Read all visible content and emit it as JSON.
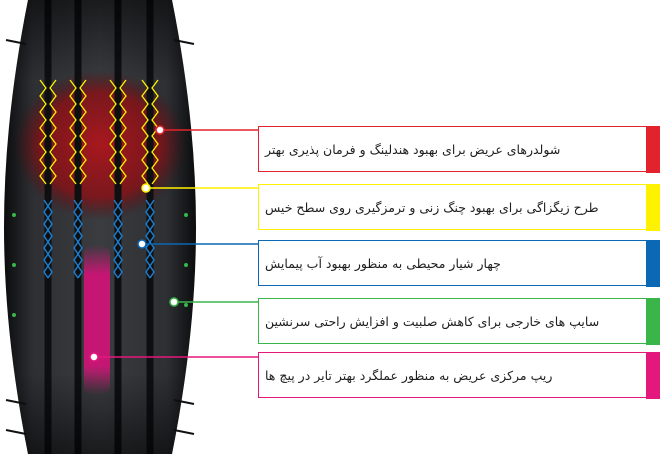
{
  "colors": {
    "red": "#e2222c",
    "yellow": "#fff200",
    "blue": "#0a68b4",
    "green": "#39b54a",
    "magenta": "#e4177d",
    "tire_rubber": "#2a2b2e"
  },
  "features": [
    {
      "id": "shoulder",
      "color": "#e2222c",
      "text": "شولدرهای عریض برای بهبود هندلینگ و فرمان پذیری بهتر"
    },
    {
      "id": "zigzag",
      "color": "#fff200",
      "text": "طرح زیگزاگی برای بهبود چنگ زنی و ترمزگیری روی سطح خیس"
    },
    {
      "id": "grooves",
      "color": "#0a68b4",
      "text": "چهار شیار محیطی به منظور بهبود آب پیمایش"
    },
    {
      "id": "sipes",
      "color": "#39b54a",
      "text": "سایپ های خارجی  برای کاهش صلبیت و افزایش راحتی سرنشین"
    },
    {
      "id": "center-rib",
      "color": "#e4177d",
      "text": "ریپ مرکزی عریض به منظور عملگرد بهتر تایر در پیچ ها"
    }
  ]
}
